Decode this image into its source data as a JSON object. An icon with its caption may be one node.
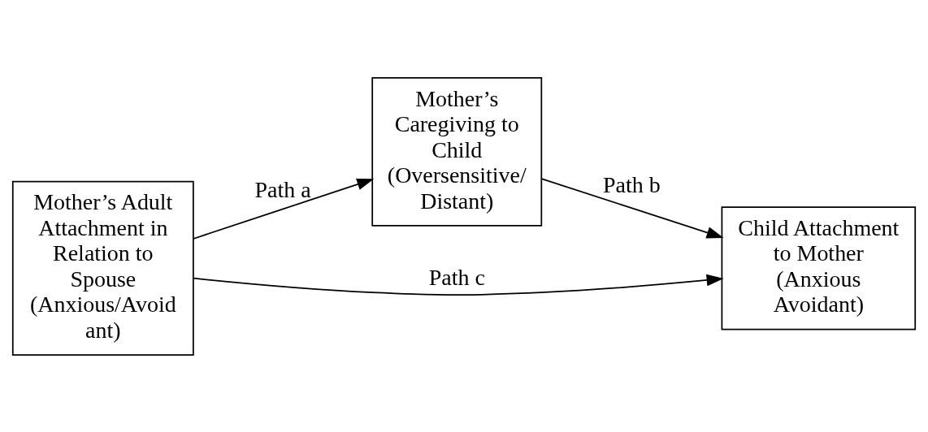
{
  "diagram": {
    "nodes": [
      {
        "text": [
          "Mother’s Adult Attachment in Relation to Spouse (Anxious/Avoid ant)"
        ]
      },
      {
        "text": [
          "Mother’s Caregiving to Child (Oversensitive/ Distant)"
        ]
      },
      {
        "text": [
          "Child Attachment to Mother (Anxious Avoidant)"
        ]
      }
    ],
    "edges": [
      {
        "from": 0,
        "to": 1,
        "arrow": "to",
        "label": "Path a"
      },
      {
        "from": 1,
        "to": 2,
        "arrow": "to",
        "label": "Path b"
      },
      {
        "from": 0,
        "to": 2,
        "arrow": "to",
        "label": "Path c"
      }
    ]
  }
}
